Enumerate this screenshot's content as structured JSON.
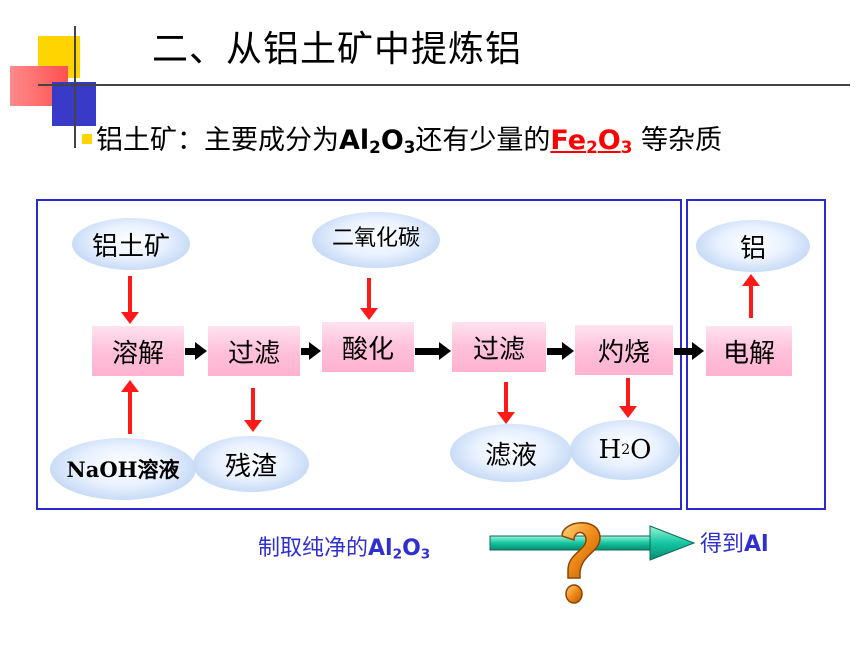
{
  "title": "二、从铝土矿中提炼铝",
  "subtitle": {
    "prefix": "铝土矿：主要成分为",
    "main_formula": {
      "a": "Al",
      "a_sub": "2",
      "b": "O",
      "b_sub": "3"
    },
    "middle": "还有少量的",
    "impurity_formula": {
      "a": "Fe",
      "a_sub": "2",
      "b": "O",
      "b_sub": "3"
    },
    "suffix": " 等杂质"
  },
  "flow": {
    "input_ore": "铝土矿",
    "input_co2": "二氧化碳",
    "input_naoh": "NaOH溶液",
    "step_dissolve": "溶解",
    "step_filter1": "过滤",
    "step_acidify": "酸化",
    "step_filter2": "过滤",
    "step_calcine": "灼烧",
    "step_electrolysis": "电解",
    "output_residue": "残渣",
    "output_filtrate": "滤液",
    "output_water": {
      "h": "H",
      "sub": "2",
      "o": "O"
    },
    "output_al": "铝"
  },
  "bottom": {
    "left_prefix": "制取纯净的",
    "left_formula": {
      "a": "Al",
      "a_sub": "2",
      "b": "O",
      "b_sub": "3"
    },
    "right_prefix": "得到",
    "right_formula": "Al"
  },
  "colors": {
    "panel_border": "#2a2ad0",
    "arrow_red": "#ff1a1a",
    "box_pink": "#ffc1da",
    "oval_blue": "#a9c6ee",
    "bottom_text": "#3030d0"
  }
}
